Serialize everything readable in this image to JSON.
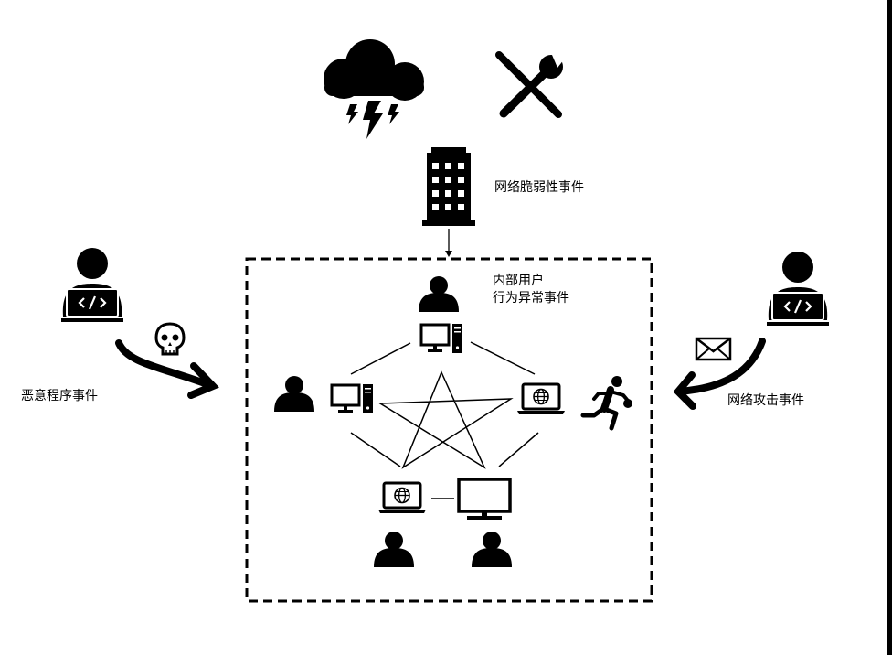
{
  "labels": {
    "vulnerability": "网络脆弱性事件",
    "insider_line1": "内部用户",
    "insider_line2": "行为异常事件",
    "malware": "恶意程序事件",
    "attack": "网络攻击事件"
  },
  "colors": {
    "ink": "#000000",
    "background": "#ffffff"
  },
  "icons": [
    "storm-cloud-icon",
    "tools-icon",
    "building-icon",
    "hacker-icon",
    "skull-icon",
    "envelope-icon",
    "user-icon",
    "desktop-computer-icon",
    "laptop-globe-icon",
    "monitor-icon",
    "thief-running-icon"
  ]
}
